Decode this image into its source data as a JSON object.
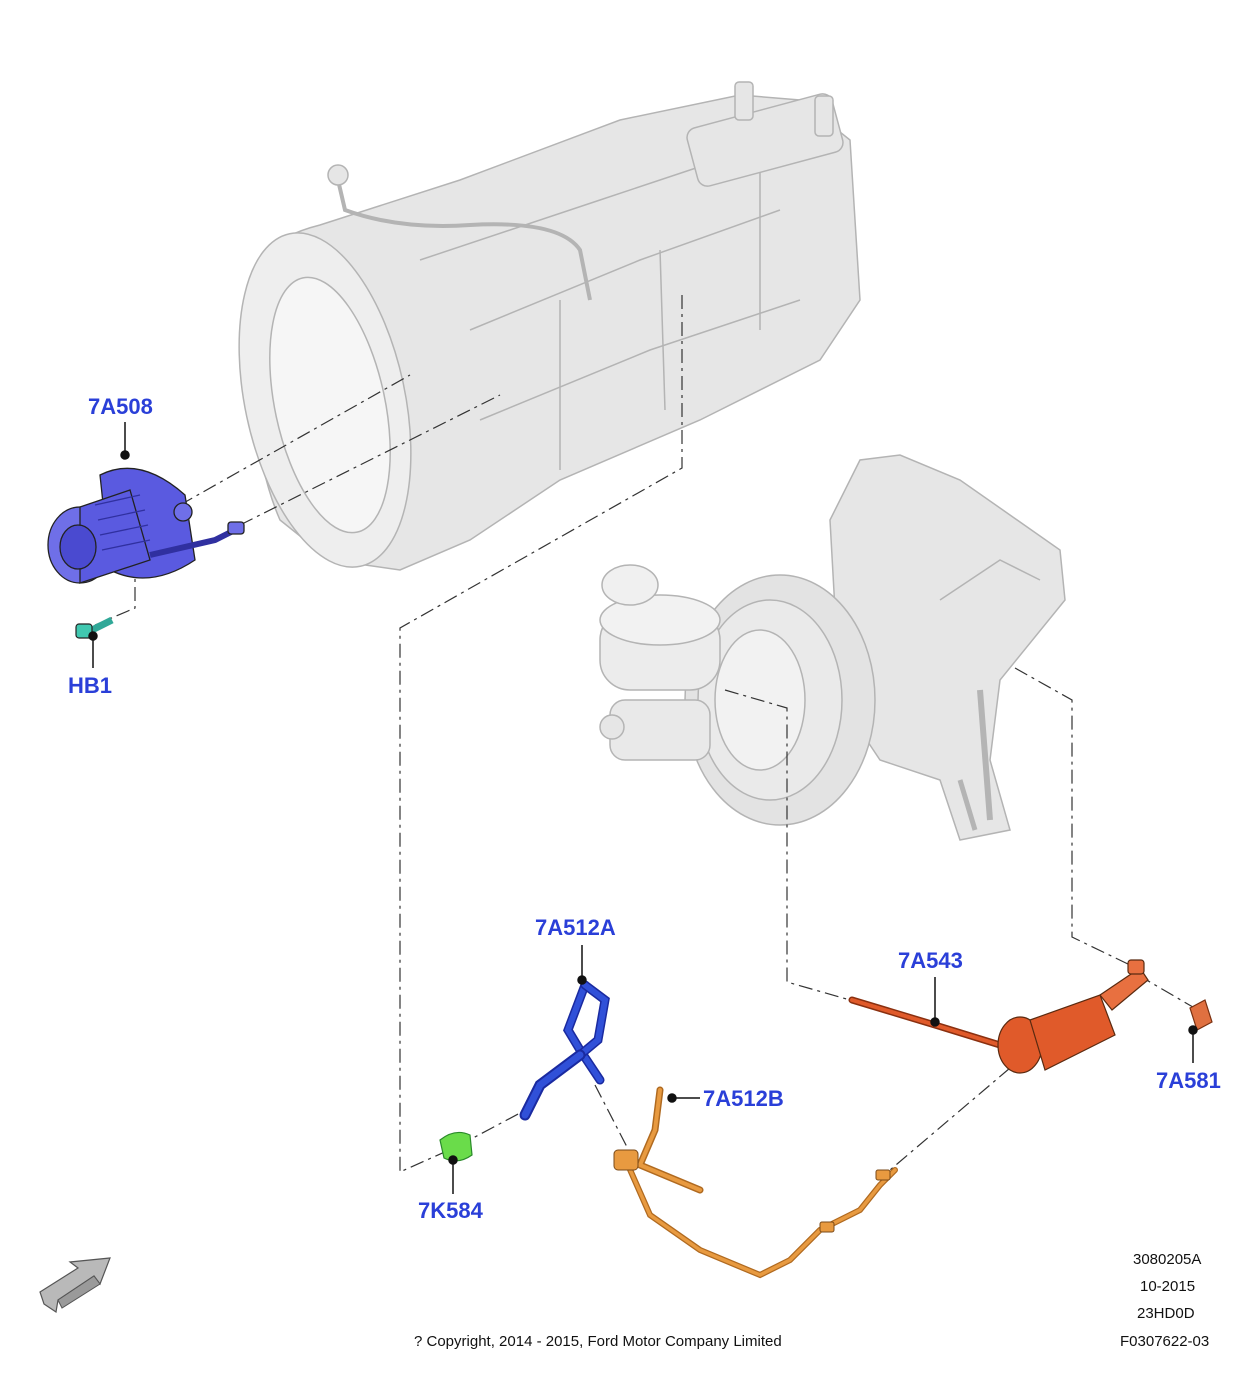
{
  "callouts": {
    "c7A508": "7A508",
    "cHB1": "HB1",
    "c7A512A": "7A512A",
    "c7A543": "7A543",
    "c7A512B": "7A512B",
    "c7A581": "7A581",
    "c7K584": "7K584"
  },
  "info": {
    "illustration_number": "3080205A",
    "date": "10-2015",
    "model_code": "23HD0D",
    "reference": "F0307622-03"
  },
  "copyright": "? Copyright, 2014 - 2015, Ford Motor Company Limited",
  "colors": {
    "callout_text": "#2a3fd8",
    "ghost_part": "#e6e6e6",
    "ghost_outline": "#b4b4b4",
    "slave_cylinder": "#5a5ae0",
    "bolt": "#40c8b0",
    "hose_a": "#3050d8",
    "hose_b": "#e89a40",
    "master_cylinder": "#e05a2a",
    "clip": "#6adc4a",
    "direction_arrow": "#b9b9b9"
  }
}
